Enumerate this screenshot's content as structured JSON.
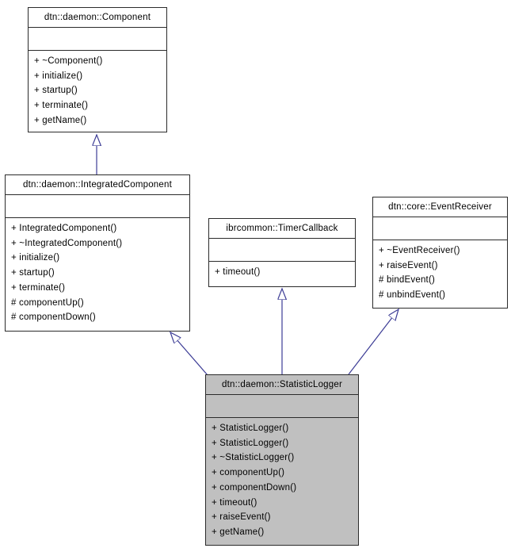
{
  "diagram": {
    "type": "uml-class-inheritance-diagram",
    "colors": {
      "background": "#ffffff",
      "box_border": "#2b2b2b",
      "box_fill": "#ffffff",
      "highlight_fill": "#c0c0c0",
      "arrow": "#3c3c95",
      "text": "#000000"
    },
    "classes": [
      {
        "name": "dtn::daemon::Component",
        "highlighted": false,
        "members": [
          "+ ~Component()",
          "+ initialize()",
          "+ startup()",
          "+ terminate()",
          "+ getName()"
        ]
      },
      {
        "name": "dtn::daemon::IntegratedComponent",
        "highlighted": false,
        "members": [
          "+ IntegratedComponent()",
          "+ ~IntegratedComponent()",
          "+ initialize()",
          "+ startup()",
          "+ terminate()",
          "# componentUp()",
          "# componentDown()"
        ]
      },
      {
        "name": "ibrcommon::TimerCallback",
        "highlighted": false,
        "members": [
          "+ timeout()"
        ]
      },
      {
        "name": "dtn::core::EventReceiver",
        "highlighted": false,
        "members": [
          "+ ~EventReceiver()",
          "+ raiseEvent()",
          "# bindEvent()",
          "# unbindEvent()"
        ]
      },
      {
        "name": "dtn::daemon::StatisticLogger",
        "highlighted": true,
        "members": [
          "+ StatisticLogger()",
          "+ StatisticLogger()",
          "+ ~StatisticLogger()",
          "+ componentUp()",
          "+ componentDown()",
          "+ timeout()",
          "+ raiseEvent()",
          "+ getName()"
        ]
      }
    ],
    "relations": [
      {
        "type": "inheritance",
        "from": "dtn::daemon::IntegratedComponent",
        "to": "dtn::daemon::Component"
      },
      {
        "type": "inheritance",
        "from": "dtn::daemon::StatisticLogger",
        "to": "dtn::daemon::IntegratedComponent"
      },
      {
        "type": "inheritance",
        "from": "dtn::daemon::StatisticLogger",
        "to": "ibrcommon::TimerCallback"
      },
      {
        "type": "inheritance",
        "from": "dtn::daemon::StatisticLogger",
        "to": "dtn::core::EventReceiver"
      }
    ]
  }
}
